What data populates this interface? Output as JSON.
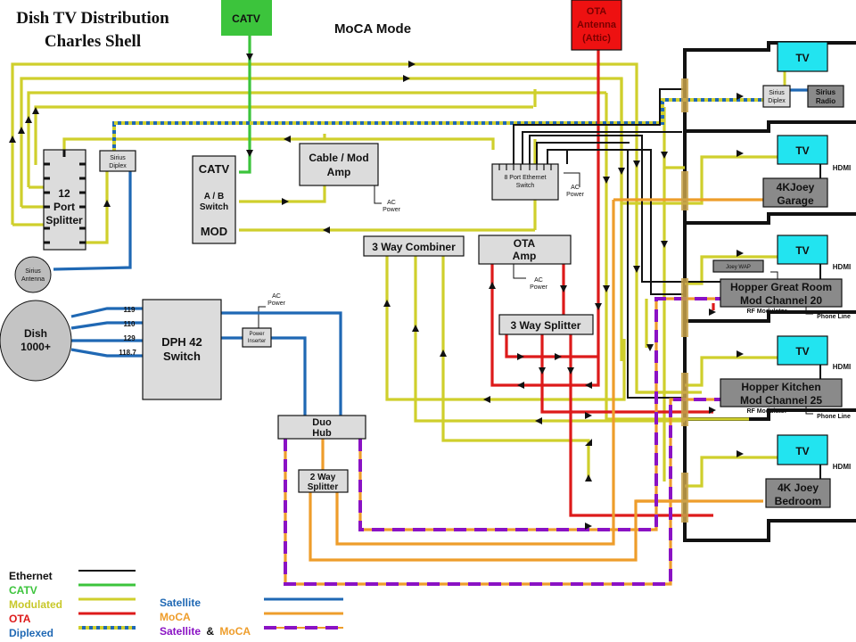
{
  "title": {
    "line1": "Dish TV Distribution",
    "line2": "Charles Shell"
  },
  "mode_label": "MoCA Mode",
  "sources": {
    "catv": "CATV",
    "ota_antenna": [
      "OTA",
      "Antenna",
      "(Attic)"
    ]
  },
  "nodes": {
    "splitter12": [
      "12",
      "Port",
      "Splitter"
    ],
    "sirius_diplex_left": [
      "Sirius",
      "Diplex"
    ],
    "sirius_antenna": [
      "Sirius",
      "Antenna"
    ],
    "catv_ab_switch": {
      "top": "CATV",
      "mid": [
        "A / B",
        "Switch"
      ],
      "bottom": "MOD"
    },
    "cable_mod_amp": [
      "Cable /  Mod",
      "Amp"
    ],
    "three_way_combiner": "3 Way Combiner",
    "ota_amp": [
      "OTA",
      "Amp"
    ],
    "three_way_splitter": "3 Way Splitter",
    "ethernet_switch": [
      "8 Port Ethernet",
      "Switch"
    ],
    "dish": [
      "Dish",
      "1000+"
    ],
    "dph_switch": [
      "DPH 42",
      "Switch"
    ],
    "power_inserter": [
      "Power",
      "Inserter"
    ],
    "duo_hub": [
      "Duo",
      "Hub"
    ],
    "two_way_splitter": [
      "2 Way",
      "Splitter"
    ],
    "ac_power": [
      "AC",
      "Power"
    ]
  },
  "satellite_feeds": [
    "119",
    "110",
    "129",
    "118.7"
  ],
  "rooms": [
    {
      "tv": "TV",
      "device": [
        "Sirius",
        "Radio"
      ],
      "diplex": [
        "Sirius",
        "Diplex"
      ]
    },
    {
      "tv": "TV",
      "device": [
        "4KJoey",
        "Garage"
      ],
      "link": "HDMI"
    },
    {
      "tv": "TV",
      "device": [
        "Hopper Great Room",
        "Mod Channel 20"
      ],
      "link": "HDMI",
      "wap": "Joey WAP",
      "rf": "RF Modulator",
      "phone": "Phone Line"
    },
    {
      "tv": "TV",
      "device": [
        "Hopper Kitchen",
        "Mod Channel 25"
      ],
      "link": "HDMI",
      "rf": "RF Modulator",
      "phone": "Phone Line"
    },
    {
      "tv": "TV",
      "device": [
        "4K Joey",
        "Bedroom"
      ],
      "link": "HDMI"
    }
  ],
  "legend": {
    "left": [
      {
        "label": "Ethernet",
        "color": "#111111"
      },
      {
        "label": "CATV",
        "color": "#3cc43c"
      },
      {
        "label": "Modulated",
        "color": "#cfcf2c"
      },
      {
        "label": "OTA",
        "color": "#dd1a1a"
      },
      {
        "label": "Diplexed",
        "color": "#1f68b4"
      }
    ],
    "right": [
      {
        "label": "Satellite",
        "color": "#1f68b4"
      },
      {
        "label": "MoCA",
        "color": "#ee9d2b"
      },
      {
        "label_a": "Satellite",
        "amp": "&",
        "label_b": "MoCA",
        "color": "#8a12c4"
      }
    ]
  },
  "colors": {
    "ethernet": "#111111",
    "catv": "#3cc43c",
    "modulated": "#cfcf2c",
    "ota": "#dd1a1a",
    "satellite": "#1f68b4",
    "moca": "#ee9d2b",
    "sat_moca": "#8a12c4",
    "tv": "#22e4f0"
  }
}
